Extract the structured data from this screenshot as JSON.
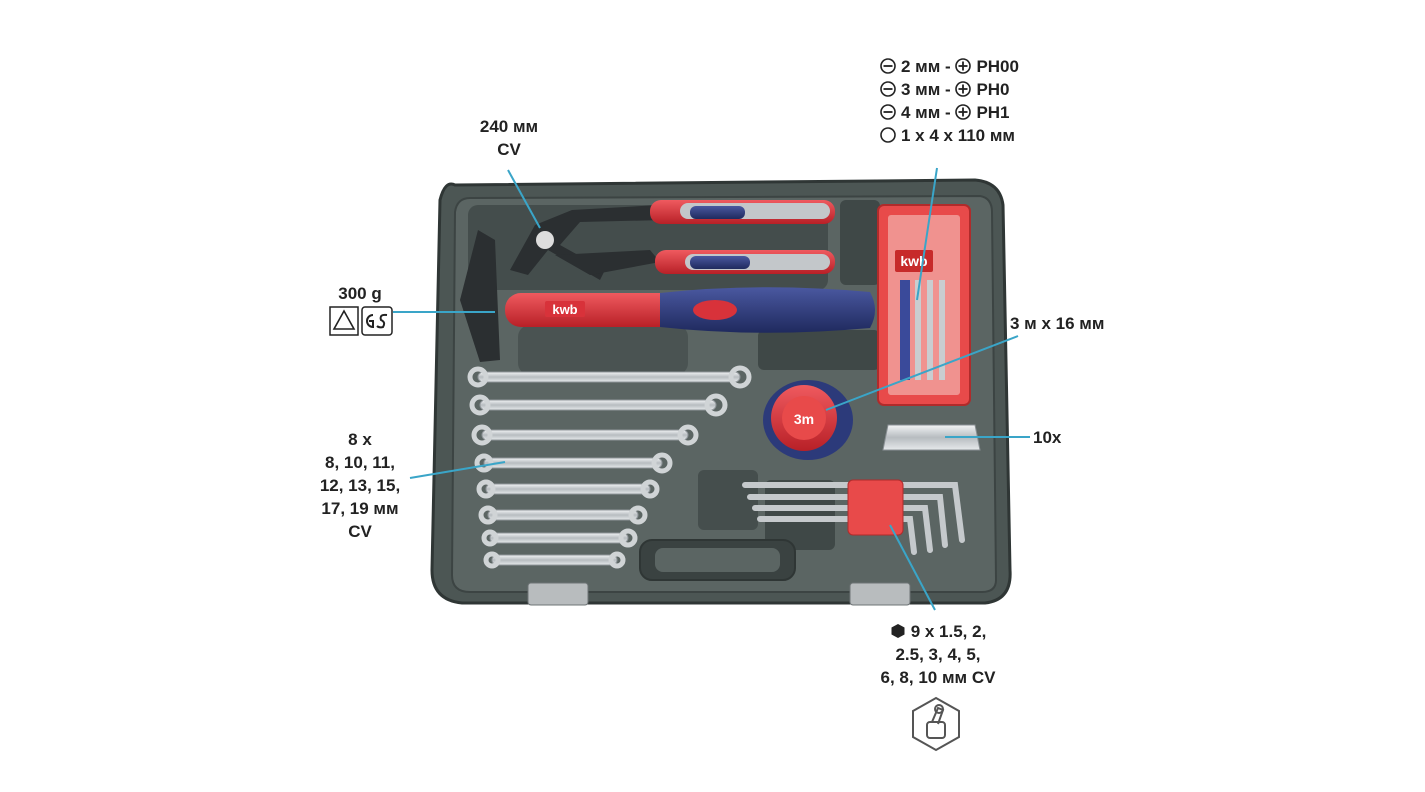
{
  "labels": {
    "pliers_size": "240 мм",
    "pliers_material": "CV",
    "screwdriver_line1": "2 мм - ",
    "screwdriver_line1b": "PH00",
    "screwdriver_line2": "3 мм - ",
    "screwdriver_line2b": "PH0",
    "screwdriver_line3": "4 мм - ",
    "screwdriver_line3b": "PH1",
    "screwdriver_line4": "1 x 4 x 110 мм",
    "hammer_weight": "300 g",
    "tape_measure": "3 м x 16 мм",
    "blades": "10x",
    "wrenches_count": "8 x",
    "wrenches_sizes_1": "8, 10, 11,",
    "wrenches_sizes_2": "12, 13, 15,",
    "wrenches_sizes_3": "17, 19 мм",
    "wrenches_material": "CV",
    "hex_line1": "9 x 1.5, 2,",
    "hex_line2": "2.5, 3, 4, 5,",
    "hex_line3": "6, 8, 10 мм CV"
  },
  "branding": {
    "logo_text": "kwb",
    "tape_label": "3m"
  },
  "colors": {
    "case": "#4c5654",
    "case_dark": "#343c3b",
    "tool_red": "#d8323a",
    "tool_blue": "#2c3a7a",
    "leader_line": "#3aa5c8",
    "chrome": "#c9cdd0"
  }
}
